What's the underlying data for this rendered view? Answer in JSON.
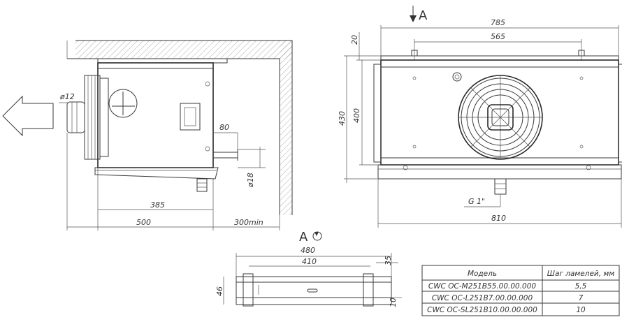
{
  "view_a_label": "A",
  "view_a_title": "A",
  "dims": {
    "side_385": "385",
    "side_500": "500",
    "side_300min": "300min",
    "side_80": "80",
    "side_d18": "ø18",
    "side_d12": "ø12",
    "front_785": "785",
    "front_565": "565",
    "front_20": "20",
    "front_430": "430",
    "front_400": "400",
    "front_810": "810",
    "front_g1": "G 1\"",
    "bottom_480": "480",
    "bottom_410": "410",
    "bottom_35": "35",
    "bottom_46": "46",
    "bottom_10": "10"
  },
  "table": {
    "headers": [
      "Модель",
      "Шаг ламелей, мм"
    ],
    "rows": [
      [
        "CWC OC-M251B55.00.00.000",
        "5,5"
      ],
      [
        "CWC OC-L251B7.00.00.000",
        "7"
      ],
      [
        "CWC OC-SL251B10.00.00.000",
        "10"
      ]
    ]
  }
}
